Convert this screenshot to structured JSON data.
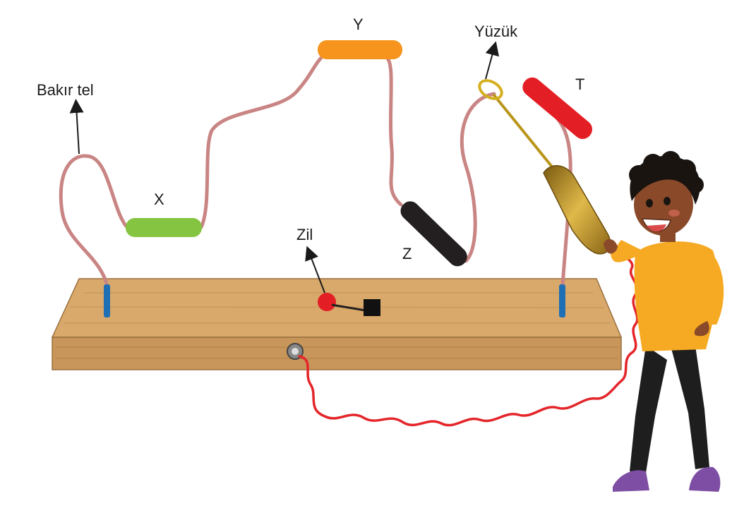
{
  "labels": {
    "copper_wire": "Bakır tel",
    "ring": "Yüzük",
    "bell": "Zil",
    "x": "X",
    "y": "Y",
    "z": "Z",
    "t": "T"
  },
  "colors": {
    "wire": "#c98584",
    "red_wire": "#e4252a",
    "insulator_x": "#85c441",
    "insulator_y": "#f7941d",
    "insulator_z": "#231f20",
    "insulator_t": "#e31e24",
    "wood": "#d8a96a",
    "post": "#1f6fb5",
    "bell": "#e31e24"
  }
}
